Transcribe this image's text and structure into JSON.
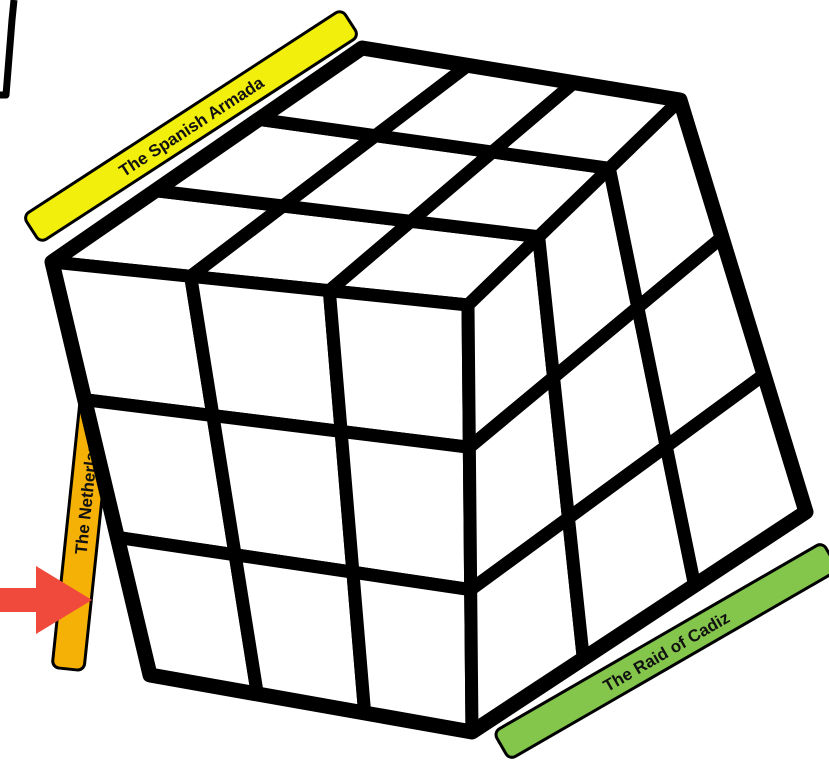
{
  "labels": {
    "top": "The Spanish Armada",
    "left": "The Netherlands",
    "right": "The Raid of Cadiz"
  },
  "colors": {
    "top_label": "#f3ef0c",
    "left_label": "#f6b106",
    "right_label": "#84c64c",
    "arrow": "#ef4a3c",
    "cube_stroke": "#000000",
    "cube_fill": "#ffffff"
  },
  "cube": {
    "grid": "3x3",
    "faces": [
      "top",
      "left",
      "right"
    ]
  }
}
